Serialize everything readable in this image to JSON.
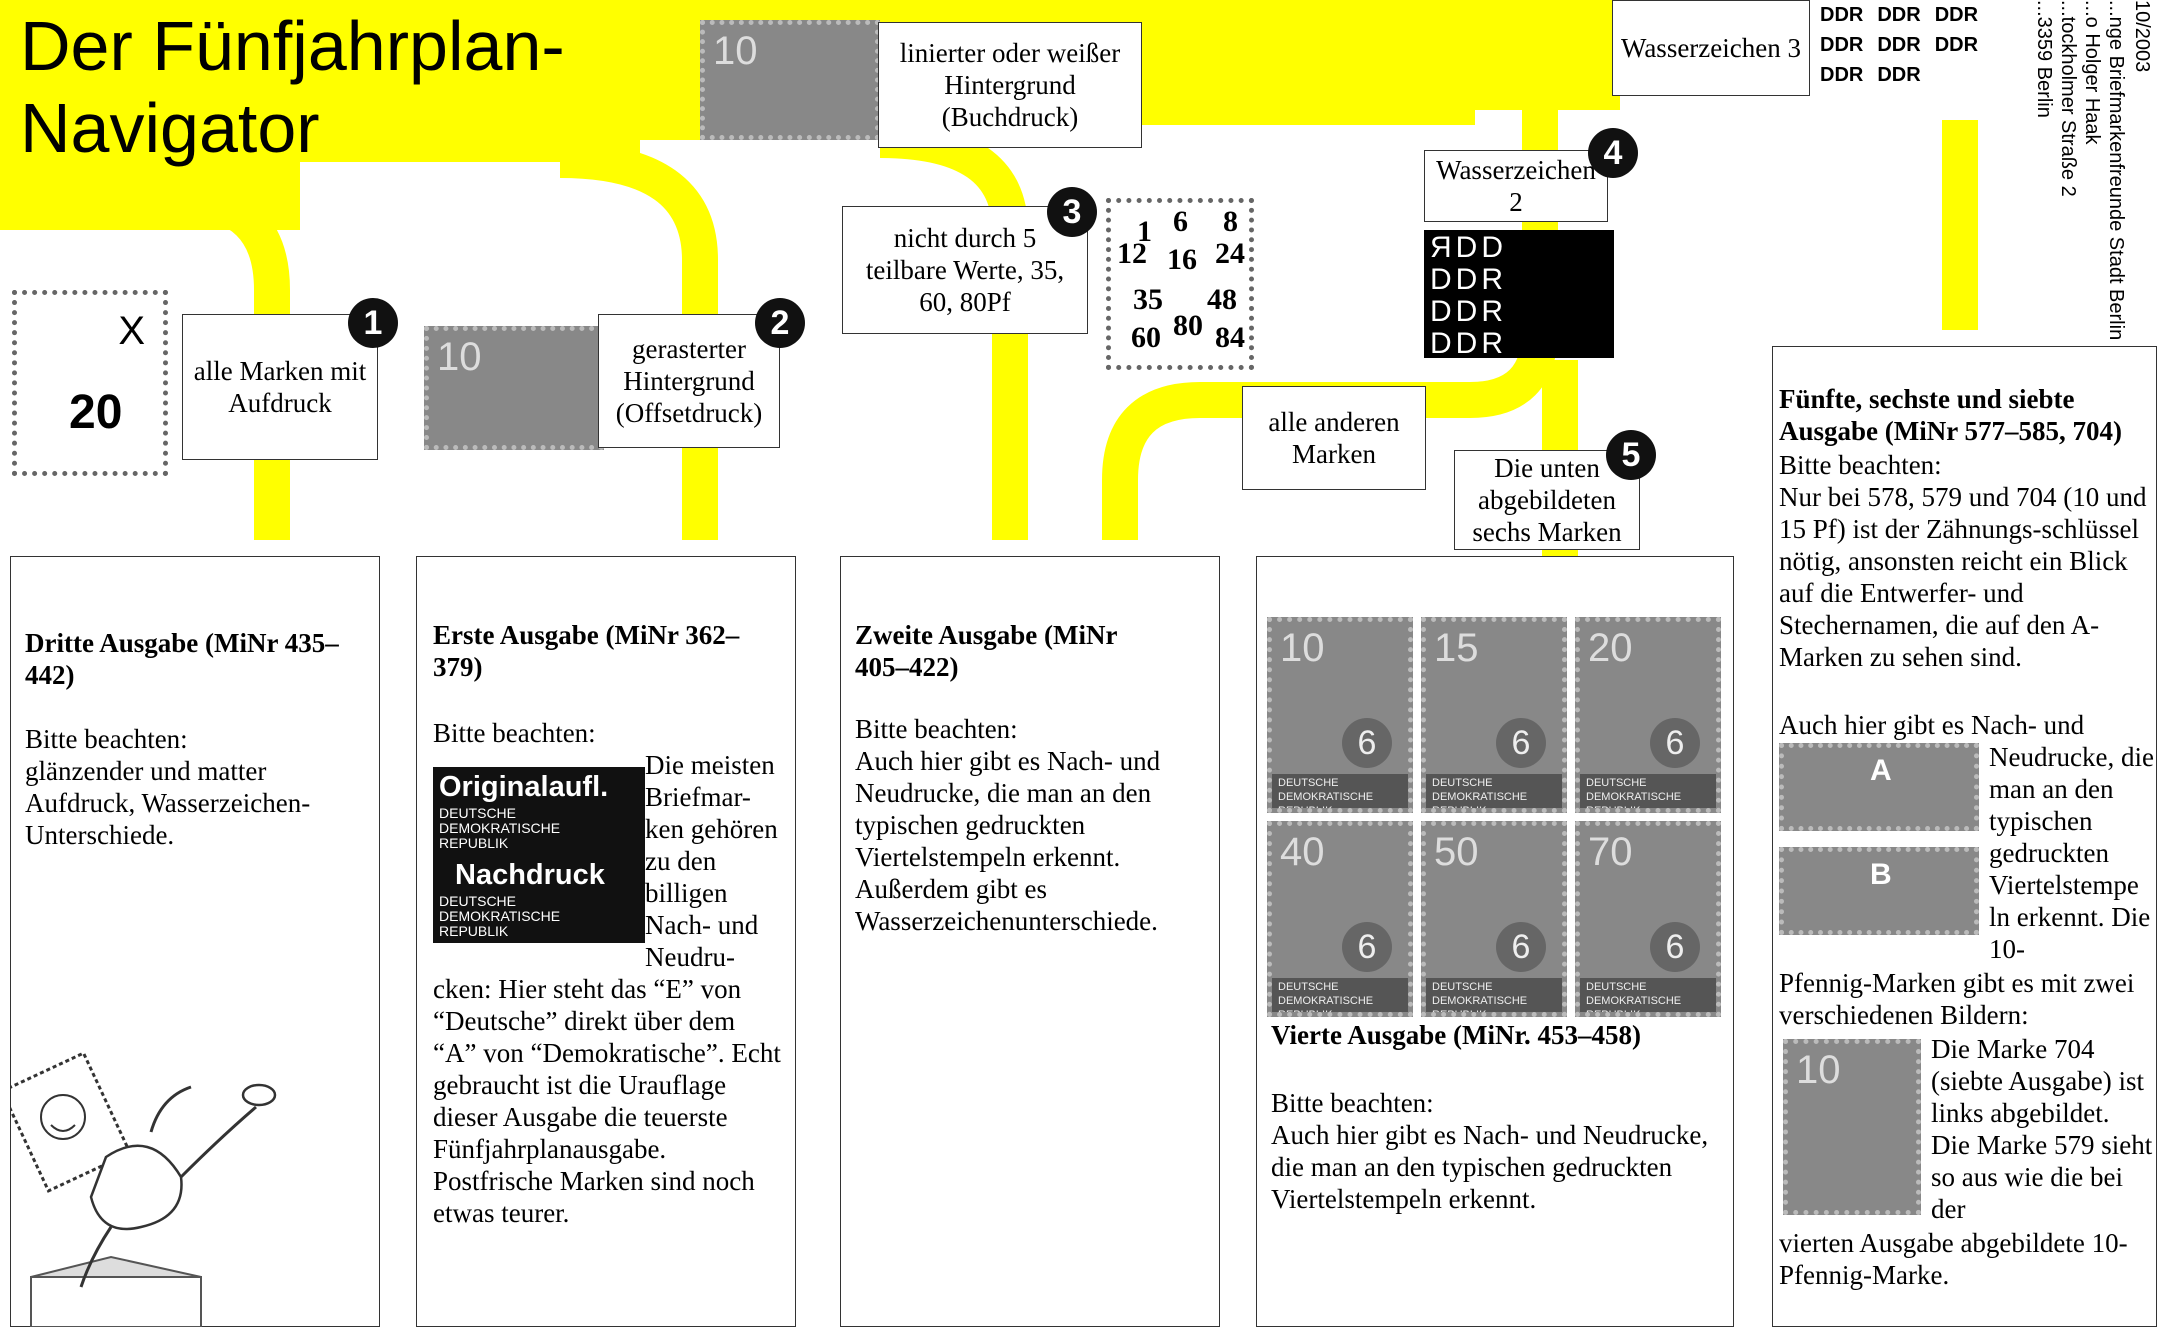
{
  "title_line1": "Der Fünfjahrplan-",
  "title_line2": "Navigator",
  "colors": {
    "accent": "#ffff00",
    "box_border": "#333333",
    "badge": "#111111"
  },
  "credits": [
    "10/2003",
    "...nge Briefmarkenfreunde Stadt Berlin",
    "...o Holger Haak",
    "...tockholmer Straße 2",
    "...3359 Berlin"
  ],
  "labels": {
    "lined_bg": "linierter oder weißer Hintergrund (Buchdruck)",
    "watermark3": "Wasserzeichen 3",
    "all_overprint": "alle Marken mit Aufdruck",
    "raster_bg": "gerasterter Hintergrund (Offsetdruck)",
    "not_div5": "nicht durch 5 teilbare Werte, 35, 60, 80Pf",
    "watermark2": "Wasserzeichen 2",
    "all_others": "alle anderen Marken",
    "six_stamps": "Die unten abgebildeten sechs Marken"
  },
  "badges": [
    "1",
    "2",
    "3",
    "4",
    "5"
  ],
  "overprint_stamp": {
    "mark": "X",
    "value": "20"
  },
  "value_grid": [
    "1",
    "6",
    "8",
    "12",
    "16",
    "24",
    "35",
    "48",
    "80",
    "60",
    "84"
  ],
  "watermark_pattern_text": [
    "DDR",
    "DDR",
    "DDR",
    "DDR",
    "DDR",
    "DDR",
    "DDR",
    "DDR"
  ],
  "watermark2_pattern": [
    "ЯDD",
    "DDR",
    "DDR",
    "DDR"
  ],
  "section3": {
    "heading": "Dritte Ausgabe (MiNr 435–442)",
    "note": "Bitte beachten:",
    "text": "glänzender und matter Aufdruck, Wasserzeichen-Unterschiede."
  },
  "section1": {
    "heading": "Erste Ausgabe (MiNr 362–379)",
    "note": "Bitte beachten:",
    "orig_label": "Originalaufl.",
    "reprint_label": "Nachdruck",
    "stamp_caption": "DEUTSCHE DEMOKRATISCHE REPUBLIK",
    "text_side": "Die meisten Briefmar-ken gehören zu den billigen Nach- und Neudru-",
    "text_below": "cken: Hier steht das “E” von “Deutsche” direkt über dem “A” von “Demokratische”. Echt gebraucht ist die Urauflage dieser Ausgabe die teuerste Fünfjahrplanausgabe. Postfrische Marken sind noch etwas teurer."
  },
  "section2": {
    "heading": "Zweite Ausgabe (MiNr 405–422)",
    "note": "Bitte beachten:",
    "text": "Auch hier gibt es Nach- und Neudrucke, die man an den typischen gedruckten Viertelstempeln erkennt. Außerdem gibt es Wasserzeichenunterschiede."
  },
  "section4": {
    "heading": "Vierte Ausgabe (MiNr. 453–458)",
    "note": "Bitte beachten:",
    "text": "Auch hier gibt es Nach- und Neudrucke, die man an den typischen gedruckten Viertelstempeln erkennt.",
    "stamps": [
      "10",
      "15",
      "20",
      "40",
      "50",
      "70"
    ],
    "stamp_caption": "DEUTSCHE DEMOKRATISCHE REPUBLIK"
  },
  "section5": {
    "heading": "Fünfte, sechste und siebte Ausgabe (MiNr 577–585, 704)",
    "note": "Bitte beachten:",
    "text1": "Nur bei 578, 579 und 704 (10 und 15 Pf) ist der Zähnungs-schlüssel nötig, ansonsten reicht ein Blick auf die Entwerfer- und Stechernamen, die auf den A-Marken zu sehen sind.",
    "text2": "Auch hier gibt es Nach- und",
    "text3": "Neudrucke, die man an den typischen gedruckten Viertelstempe ln erkennt. Die 10-",
    "text4": "Pfennig-Marken gibt es mit zwei verschiedenen Bildern:",
    "text5": "Die Marke 704 (siebte Ausgabe) ist links abgebildet. Die Marke 579 sieht so aus wie die bei der",
    "text6": "vierten Ausgabe abgebildete 10-Pfennig-Marke.",
    "marker_a": "A",
    "marker_b": "B"
  },
  "stamp_values": {
    "top": "10",
    "raster": "10",
    "s704": "10"
  }
}
